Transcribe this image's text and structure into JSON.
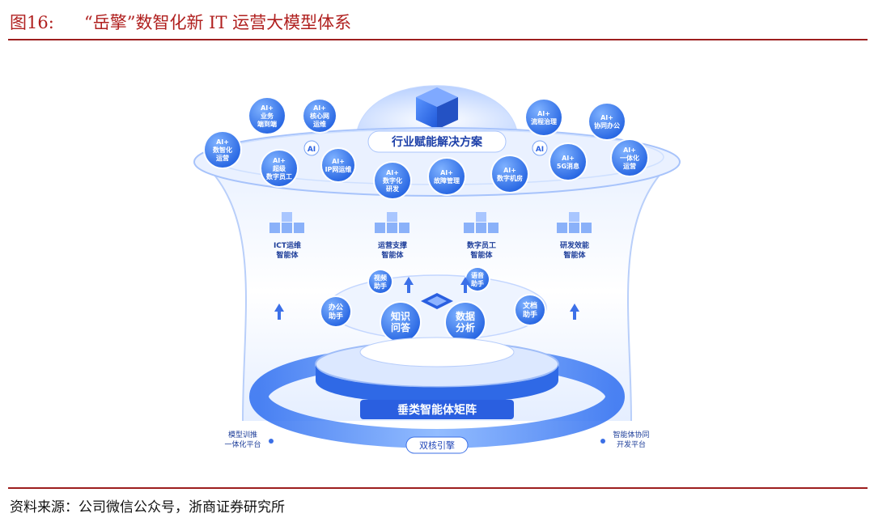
{
  "figure": {
    "number": "图16:",
    "title": "“岳擎”数智化新 IT 运营大模型体系",
    "source": "资料来源：公司微信公众号，浙商证券研究所"
  },
  "diagram": {
    "top_title": "行业赋能解决方案",
    "ai_badge": "AI",
    "top_nodes": [
      {
        "lines": [
          "AI+",
          "数智化",
          "运营"
        ]
      },
      {
        "lines": [
          "AI+",
          "业务",
          "端到端"
        ]
      },
      {
        "lines": [
          "AI+",
          "超级",
          "数字员工"
        ]
      },
      {
        "lines": [
          "AI+",
          "核心网",
          "运维"
        ]
      },
      {
        "lines": [
          "AI+",
          "IP网运维"
        ]
      },
      {
        "lines": [
          "AI+",
          "数字化",
          "研发"
        ]
      },
      {
        "lines": [
          "AI+",
          "故障管理"
        ]
      },
      {
        "lines": [
          "AI+",
          "数字机房"
        ]
      },
      {
        "lines": [
          "AI+",
          "流程治理"
        ]
      },
      {
        "lines": [
          "AI+",
          "5G消息"
        ]
      },
      {
        "lines": [
          "AI+",
          "协同办公"
        ]
      },
      {
        "lines": [
          "AI+",
          "一体化",
          "运营"
        ]
      }
    ],
    "agents": [
      {
        "lines": [
          "ICT运维",
          "智能体"
        ]
      },
      {
        "lines": [
          "运营支撑",
          "智能体"
        ]
      },
      {
        "lines": [
          "数字员工",
          "智能体"
        ]
      },
      {
        "lines": [
          "研发效能",
          "智能体"
        ]
      }
    ],
    "assistants": [
      {
        "lines": [
          "视频",
          "助手"
        ]
      },
      {
        "lines": [
          "语音",
          "助手"
        ]
      },
      {
        "lines": [
          "办公",
          "助手"
        ]
      },
      {
        "lines": [
          "知识",
          "问答"
        ]
      },
      {
        "lines": [
          "数据",
          "分析"
        ]
      },
      {
        "lines": [
          "文档",
          "助手"
        ]
      }
    ],
    "matrix_label": "垂类智能体矩阵",
    "engine_label": "双核引擎",
    "left_platform": [
      "模型训推",
      "一体化平台"
    ],
    "right_platform": [
      "智能体协同",
      "开发平台"
    ]
  }
}
